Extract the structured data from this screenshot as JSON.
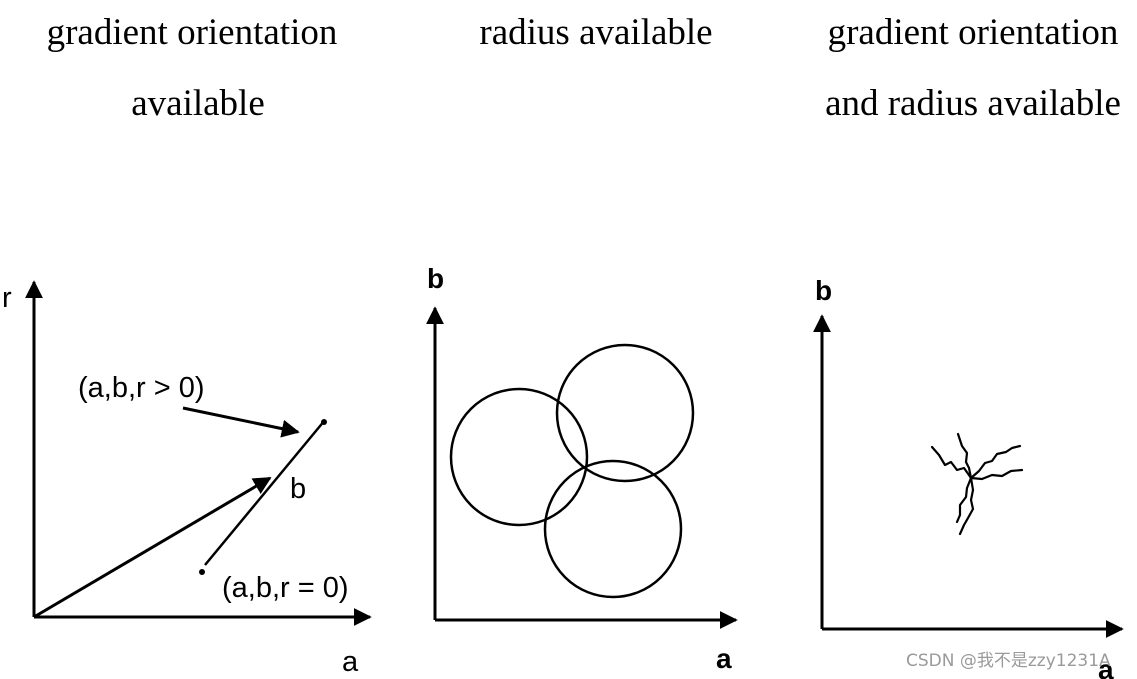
{
  "titles": {
    "left": [
      "gradient orientation",
      "available"
    ],
    "middle": [
      "radius available"
    ],
    "right": [
      "gradient orientation",
      "and radius available"
    ]
  },
  "panel_left": {
    "axis_y": "r",
    "axis_x": "a",
    "label_upper": "(a,b,r > 0)",
    "label_lower": "(a,b,r = 0)",
    "label_b": "b"
  },
  "panel_middle": {
    "axis_y": "b",
    "axis_x": "a"
  },
  "panel_right": {
    "axis_y": "b",
    "axis_x": "a"
  },
  "watermark": "CSDN @我不是zzy1231A"
}
